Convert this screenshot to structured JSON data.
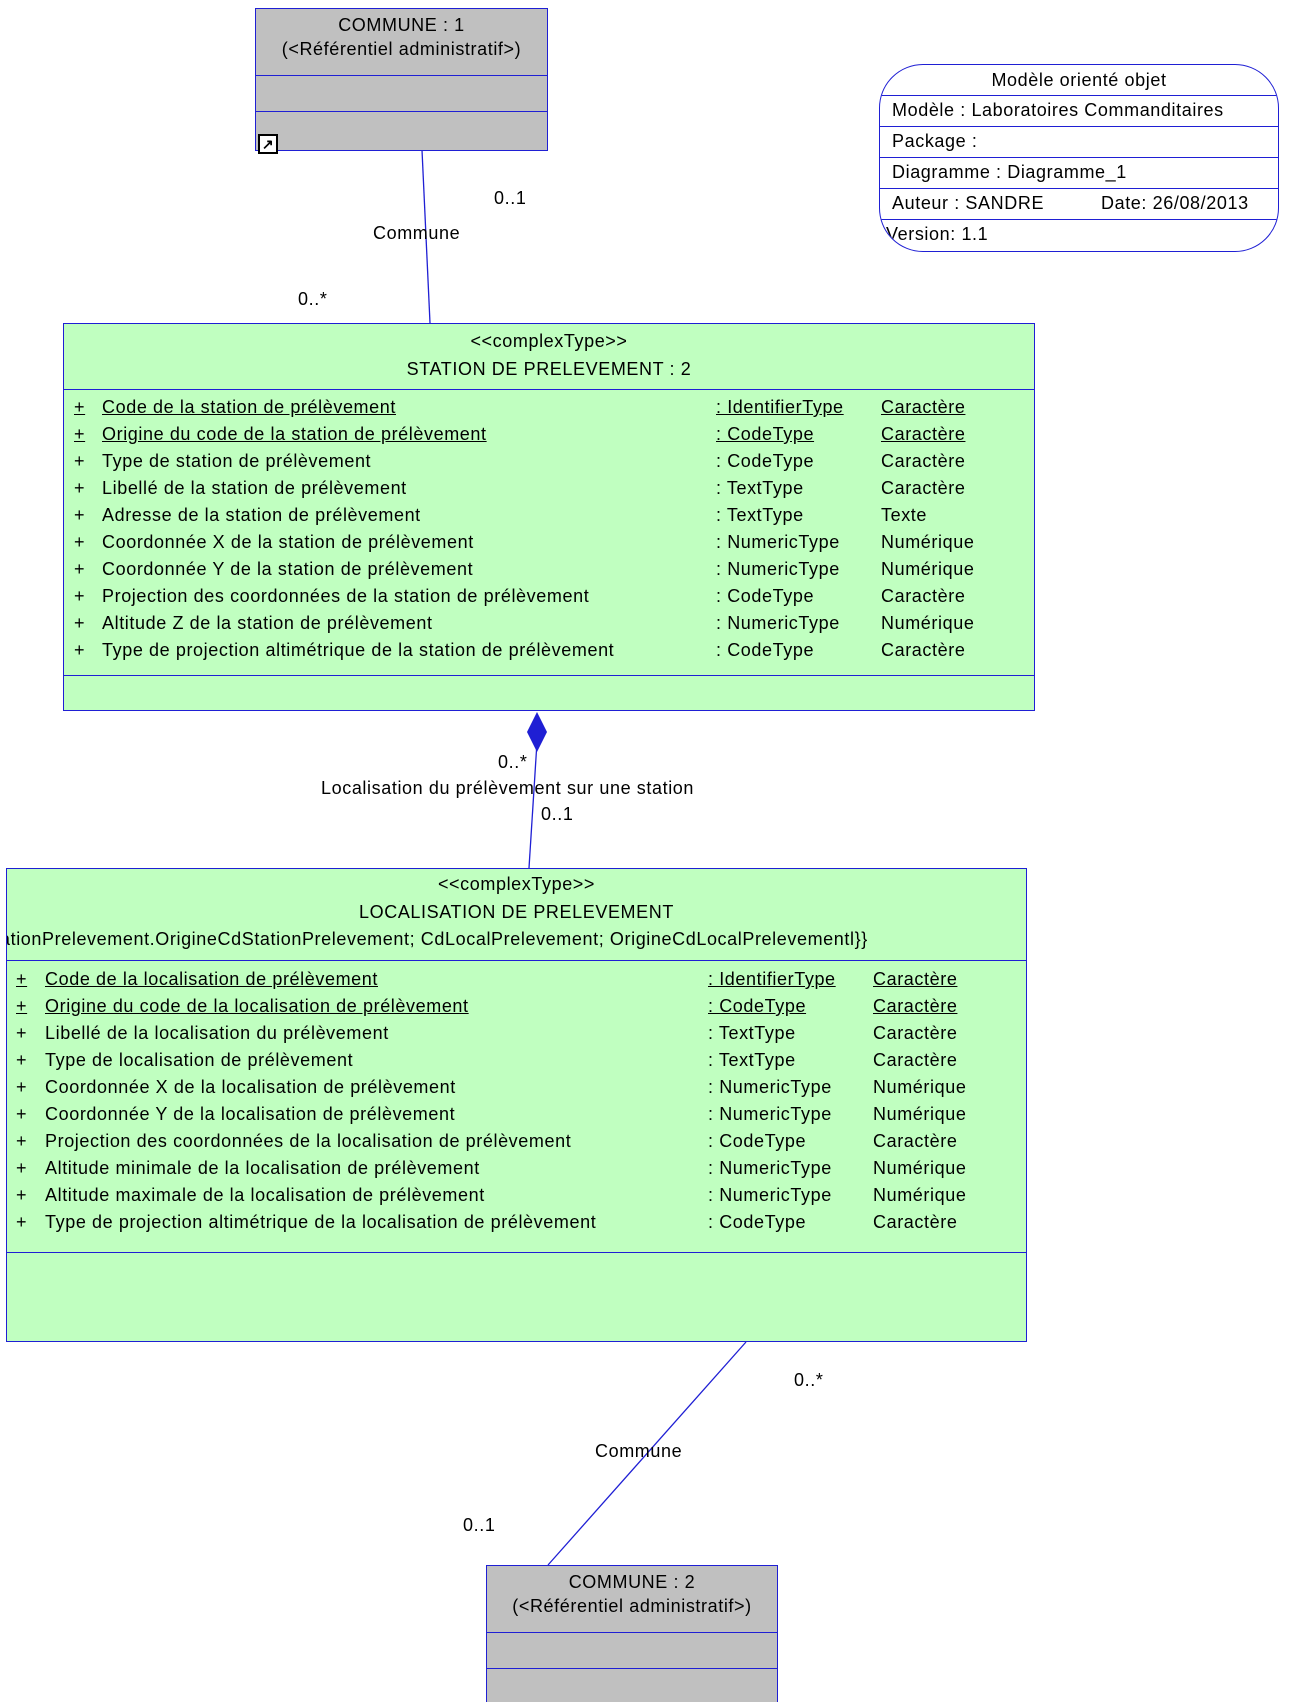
{
  "commune1": {
    "name": "COMMUNE : 1",
    "stereotype": "(<Référentiel administratif>)"
  },
  "commune2": {
    "name": "COMMUNE : 2",
    "stereotype": "(<Référentiel administratif>)"
  },
  "info": {
    "title": "Modèle orienté objet",
    "model": "Modèle : Laboratoires Commanditaires",
    "package": "Package :",
    "diagram": "Diagramme : Diagramme_1",
    "author": "Auteur : SANDRE",
    "date": "Date: 26/08/2013",
    "version": "Version: 1.1"
  },
  "assoc_top": {
    "name": "Commune",
    "mult_source": "0..1",
    "mult_target": "0..*"
  },
  "assoc_mid": {
    "name": "Localisation du prélèvement sur une station",
    "mult_source": "0..*",
    "mult_target": "0..1"
  },
  "assoc_bottom": {
    "name": "Commune",
    "mult_source": "0..*",
    "mult_target": "0..1"
  },
  "station": {
    "stereotype": "<<complexType>>",
    "name": "STATION DE PRELEVEMENT : 2",
    "attributes": [
      {
        "vis": "+",
        "name": "Code de la station de prélèvement",
        "type": ": IdentifierType",
        "kind": "Caractère",
        "key": true
      },
      {
        "vis": "+",
        "name": "Origine du code de la station de prélèvement",
        "type": ": CodeType",
        "kind": "Caractère",
        "key": true
      },
      {
        "vis": "+",
        "name": "Type de station de prélèvement",
        "type": ": CodeType",
        "kind": "Caractère",
        "key": false
      },
      {
        "vis": "+",
        "name": "Libellé de la station de prélèvement",
        "type": ": TextType",
        "kind": "Caractère",
        "key": false
      },
      {
        "vis": "+",
        "name": "Adresse de la station de prélèvement",
        "type": ": TextType",
        "kind": "Texte",
        "key": false
      },
      {
        "vis": "+",
        "name": "Coordonnée X de la station de prélèvement",
        "type": ": NumericType",
        "kind": "Numérique",
        "key": false
      },
      {
        "vis": "+",
        "name": "Coordonnée Y de la station de prélèvement",
        "type": ": NumericType",
        "kind": "Numérique",
        "key": false
      },
      {
        "vis": "+",
        "name": "Projection des coordonnées de la station de prélèvement",
        "type": ": CodeType",
        "kind": "Caractère",
        "key": false
      },
      {
        "vis": "+",
        "name": "Altitude Z de la station de prélèvement",
        "type": ": NumericType",
        "kind": "Numérique",
        "key": false
      },
      {
        "vis": "+",
        "name": "Type de projection altimétrique de la station de prélèvement",
        "type": ": CodeType",
        "kind": "Caractère",
        "key": false
      }
    ]
  },
  "localisation": {
    "stereotype": "<<complexType>>",
    "name": "LOCALISATION DE PRELEVEMENT",
    "key_line": "ationPrelevement.OrigineCdStationPrelevement; CdLocalPrelevement; OrigineCdLocalPrelevementl}}",
    "attributes": [
      {
        "vis": "+",
        "name": "Code de la localisation de prélèvement",
        "type": ": IdentifierType",
        "kind": "Caractère",
        "key": true
      },
      {
        "vis": "+",
        "name": "Origine du code de la localisation de prélèvement",
        "type": ": CodeType",
        "kind": "Caractère",
        "key": true
      },
      {
        "vis": "+",
        "name": "Libellé de la localisation du prélèvement",
        "type": ": TextType",
        "kind": "Caractère",
        "key": false
      },
      {
        "vis": "+",
        "name": "Type de localisation de prélèvement",
        "type": ": TextType",
        "kind": "Caractère",
        "key": false
      },
      {
        "vis": "+",
        "name": "Coordonnée X de la localisation de prélèvement",
        "type": ": NumericType",
        "kind": "Numérique",
        "key": false
      },
      {
        "vis": "+",
        "name": "Coordonnée Y de la localisation de prélèvement",
        "type": ": NumericType",
        "kind": "Numérique",
        "key": false
      },
      {
        "vis": "+",
        "name": "Projection des coordonnées de la localisation de prélèvement",
        "type": ": CodeType",
        "kind": "Caractère",
        "key": false
      },
      {
        "vis": "+",
        "name": "Altitude minimale de la localisation de prélèvement",
        "type": ": NumericType",
        "kind": "Numérique",
        "key": false
      },
      {
        "vis": "+",
        "name": "Altitude maximale de la localisation de prélèvement",
        "type": ": NumericType",
        "kind": "Numérique",
        "key": false
      },
      {
        "vis": "+",
        "name": "Type de projection altimétrique de la localisation de prélèvement",
        "type": ": CodeType",
        "kind": "Caractère",
        "key": false
      }
    ]
  },
  "colors": {
    "line": "#1f1fd4",
    "class_fill": "#c0ffc0",
    "external_fill": "#c0c0c0"
  }
}
